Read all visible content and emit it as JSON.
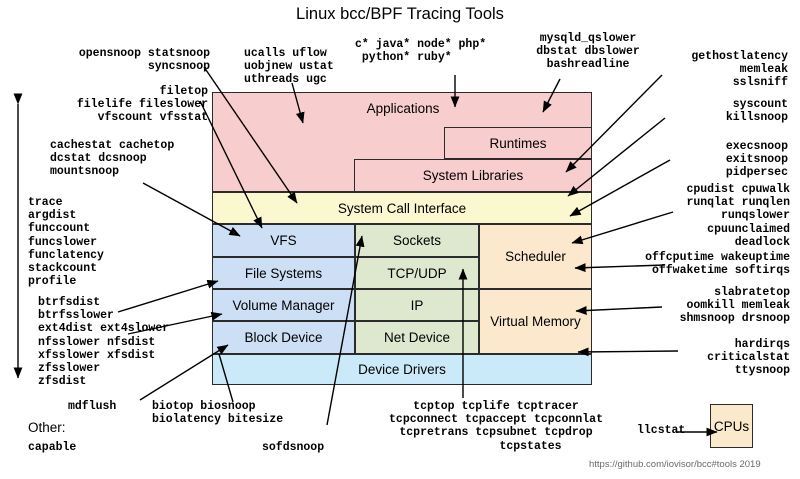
{
  "title": "Linux bcc/BPF Tracing Tools",
  "footer": "https://github.com/iovisor/bcc#tools 2019",
  "colors": {
    "applications": "#f8cdce",
    "syscall": "#fbf8cf",
    "filesystem": "#cddff4",
    "network": "#dde8ce",
    "sched_mem": "#fce8cd",
    "device_drivers": "#cbeaf9",
    "cpus": "#faeacb",
    "stroke": "#2b2b2b",
    "footer_text": "#6a6a6a"
  },
  "stack": {
    "applications": "Applications",
    "runtimes": "Runtimes",
    "system_libraries": "System Libraries",
    "syscall_interface": "System Call Interface",
    "vfs": "VFS",
    "file_systems": "File Systems",
    "volume_manager": "Volume Manager",
    "block_device": "Block Device",
    "sockets": "Sockets",
    "tcp_udp": "TCP/UDP",
    "ip": "IP",
    "net_device": "Net Device",
    "scheduler": "Scheduler",
    "virtual_memory": "Virtual Memory",
    "device_drivers": "Device Drivers",
    "cpus": "CPUs"
  },
  "labels": {
    "opensnoop": "opensnoop statsnoop\n        syncsnoop",
    "filetop": "          filetop\nfilelife fileslower\n vfscount vfsstat",
    "cachestat": "cachestat cachetop\ndcstat dcsnoop\nmountsnoop",
    "trace": "trace\nargdist\nfunccount\nfuncslower\nfunclatency\nstackcount\nprofile",
    "btrfsdist": "btrfsdist\nbtrfsslower\next4dist ext4slower\nnfsslower nfsdist\nxfsslower xfsdist\nzfsslower\nzfsdist",
    "mdflush": "mdflush",
    "other_heading": "Other:",
    "capable": "capable",
    "biotop": "biotop biosnoop\nbiolatency bitesize",
    "sofdsnoop": "sofdsnoop",
    "ucalls": "ucalls uflow\nuobjnew ustat\nuthreads ugc",
    "languages": "c* java* node* php*\n python* ruby*",
    "mysqld": "mysqld_qslower\ndbstat dbslower\nbashreadline",
    "gethostlatency": "gethostlatency\n    memleak\n    sslsniff",
    "syscount": "syscount\nkillsnoop",
    "execsnoop": "execsnoop\nexitsnoop\npidpersec",
    "cpudist": "cpudist cpuwalk\nrunqlat runqlen\n     runqslower\n  cpuunclaimed\n      deadlock",
    "offcputime": "offcputime wakeuptime\noffwaketime softirqs",
    "slabratetop": "  slabratetop\noomkill memleak\nshmsnoop drsnoop",
    "hardirqs": "hardirqs\ncriticalstat\nttysnoop",
    "tcptop": "tcptop tcplife tcptracer\ntcpconnect tcpaccept tcpconnlat\ntcpretrans tcpsubnet tcpdrop\n          tcpstates",
    "llcstat": "llcstat"
  }
}
